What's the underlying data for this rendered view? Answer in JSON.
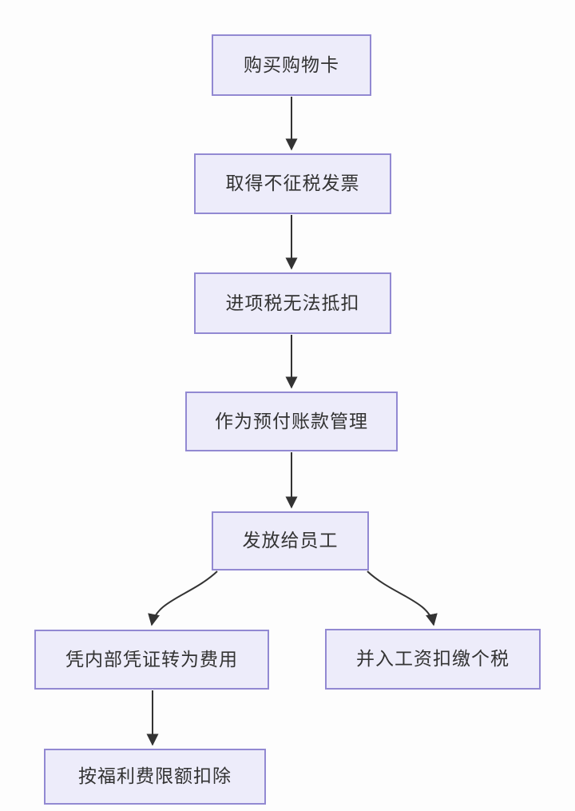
{
  "diagram": {
    "type": "flowchart",
    "direction": "top-down",
    "colors": {
      "background": "#fdfdfd",
      "node-fill": "#edecfa",
      "node-border": "#9289d2",
      "arrow": "#333333",
      "text": "#333333"
    },
    "nodes": [
      {
        "id": "buy-shopping-card",
        "label": "购买购物卡"
      },
      {
        "id": "obtain-non-taxable-invoice",
        "label": "取得不征税发票"
      },
      {
        "id": "input-vat-not-deductible",
        "label": "进项税无法抵扣"
      },
      {
        "id": "manage-as-prepaid-account",
        "label": "作为预付账款管理"
      },
      {
        "id": "distribute-to-employees",
        "label": "发放给员工"
      },
      {
        "id": "internal-voucher-to-expense",
        "label": "凭内部凭证转为费用"
      },
      {
        "id": "include-in-salary-withhold-iit",
        "label": "并入工资扣缴个税"
      },
      {
        "id": "deduct-within-welfare-limit",
        "label": "按福利费限额扣除"
      }
    ],
    "edges": [
      {
        "from": "购买购物卡",
        "to": "取得不征税发票"
      },
      {
        "from": "取得不征税发票",
        "to": "进项税无法抵扣"
      },
      {
        "from": "进项税无法抵扣",
        "to": "作为预付账款管理"
      },
      {
        "from": "作为预付账款管理",
        "to": "发放给员工"
      },
      {
        "from": "发放给员工",
        "to": "凭内部凭证转为费用"
      },
      {
        "from": "发放给员工",
        "to": "并入工资扣缴个税"
      },
      {
        "from": "凭内部凭证转为费用",
        "to": "按福利费限额扣除"
      }
    ]
  }
}
